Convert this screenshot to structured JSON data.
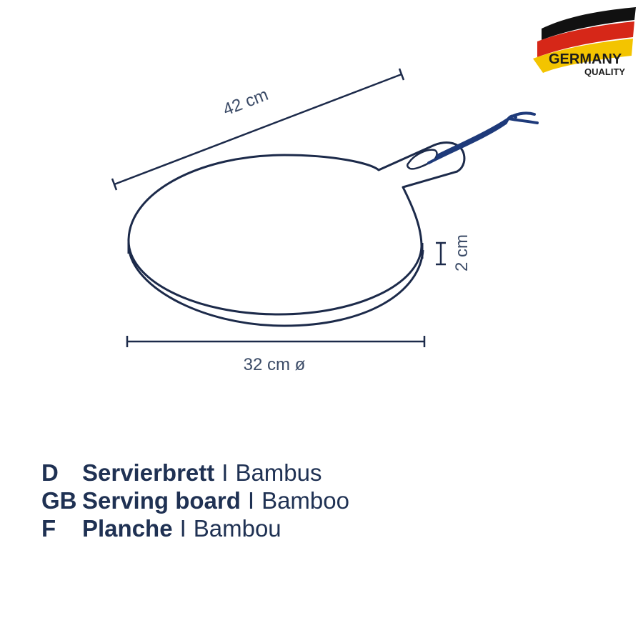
{
  "logo": {
    "line1": "GERMANY",
    "line2": "QUALITY",
    "flag_colors": [
      "#111111",
      "#d62718",
      "#f3c400"
    ]
  },
  "dimensions": {
    "length": "42 cm",
    "height": "2 cm",
    "diameter": "32 cm ø"
  },
  "colors": {
    "outline": "#1c2a4a",
    "strap": "#1e3a7a",
    "text": "#1f3153"
  },
  "labels": [
    {
      "lang": "D",
      "name": "Servierbrett",
      "sep": "I",
      "material": "Bambus"
    },
    {
      "lang": "GB",
      "name": "Serving board",
      "sep": "I",
      "material": "Bamboo"
    },
    {
      "lang": "F",
      "name": "Planche",
      "sep": "I",
      "material": "Bambou"
    }
  ]
}
